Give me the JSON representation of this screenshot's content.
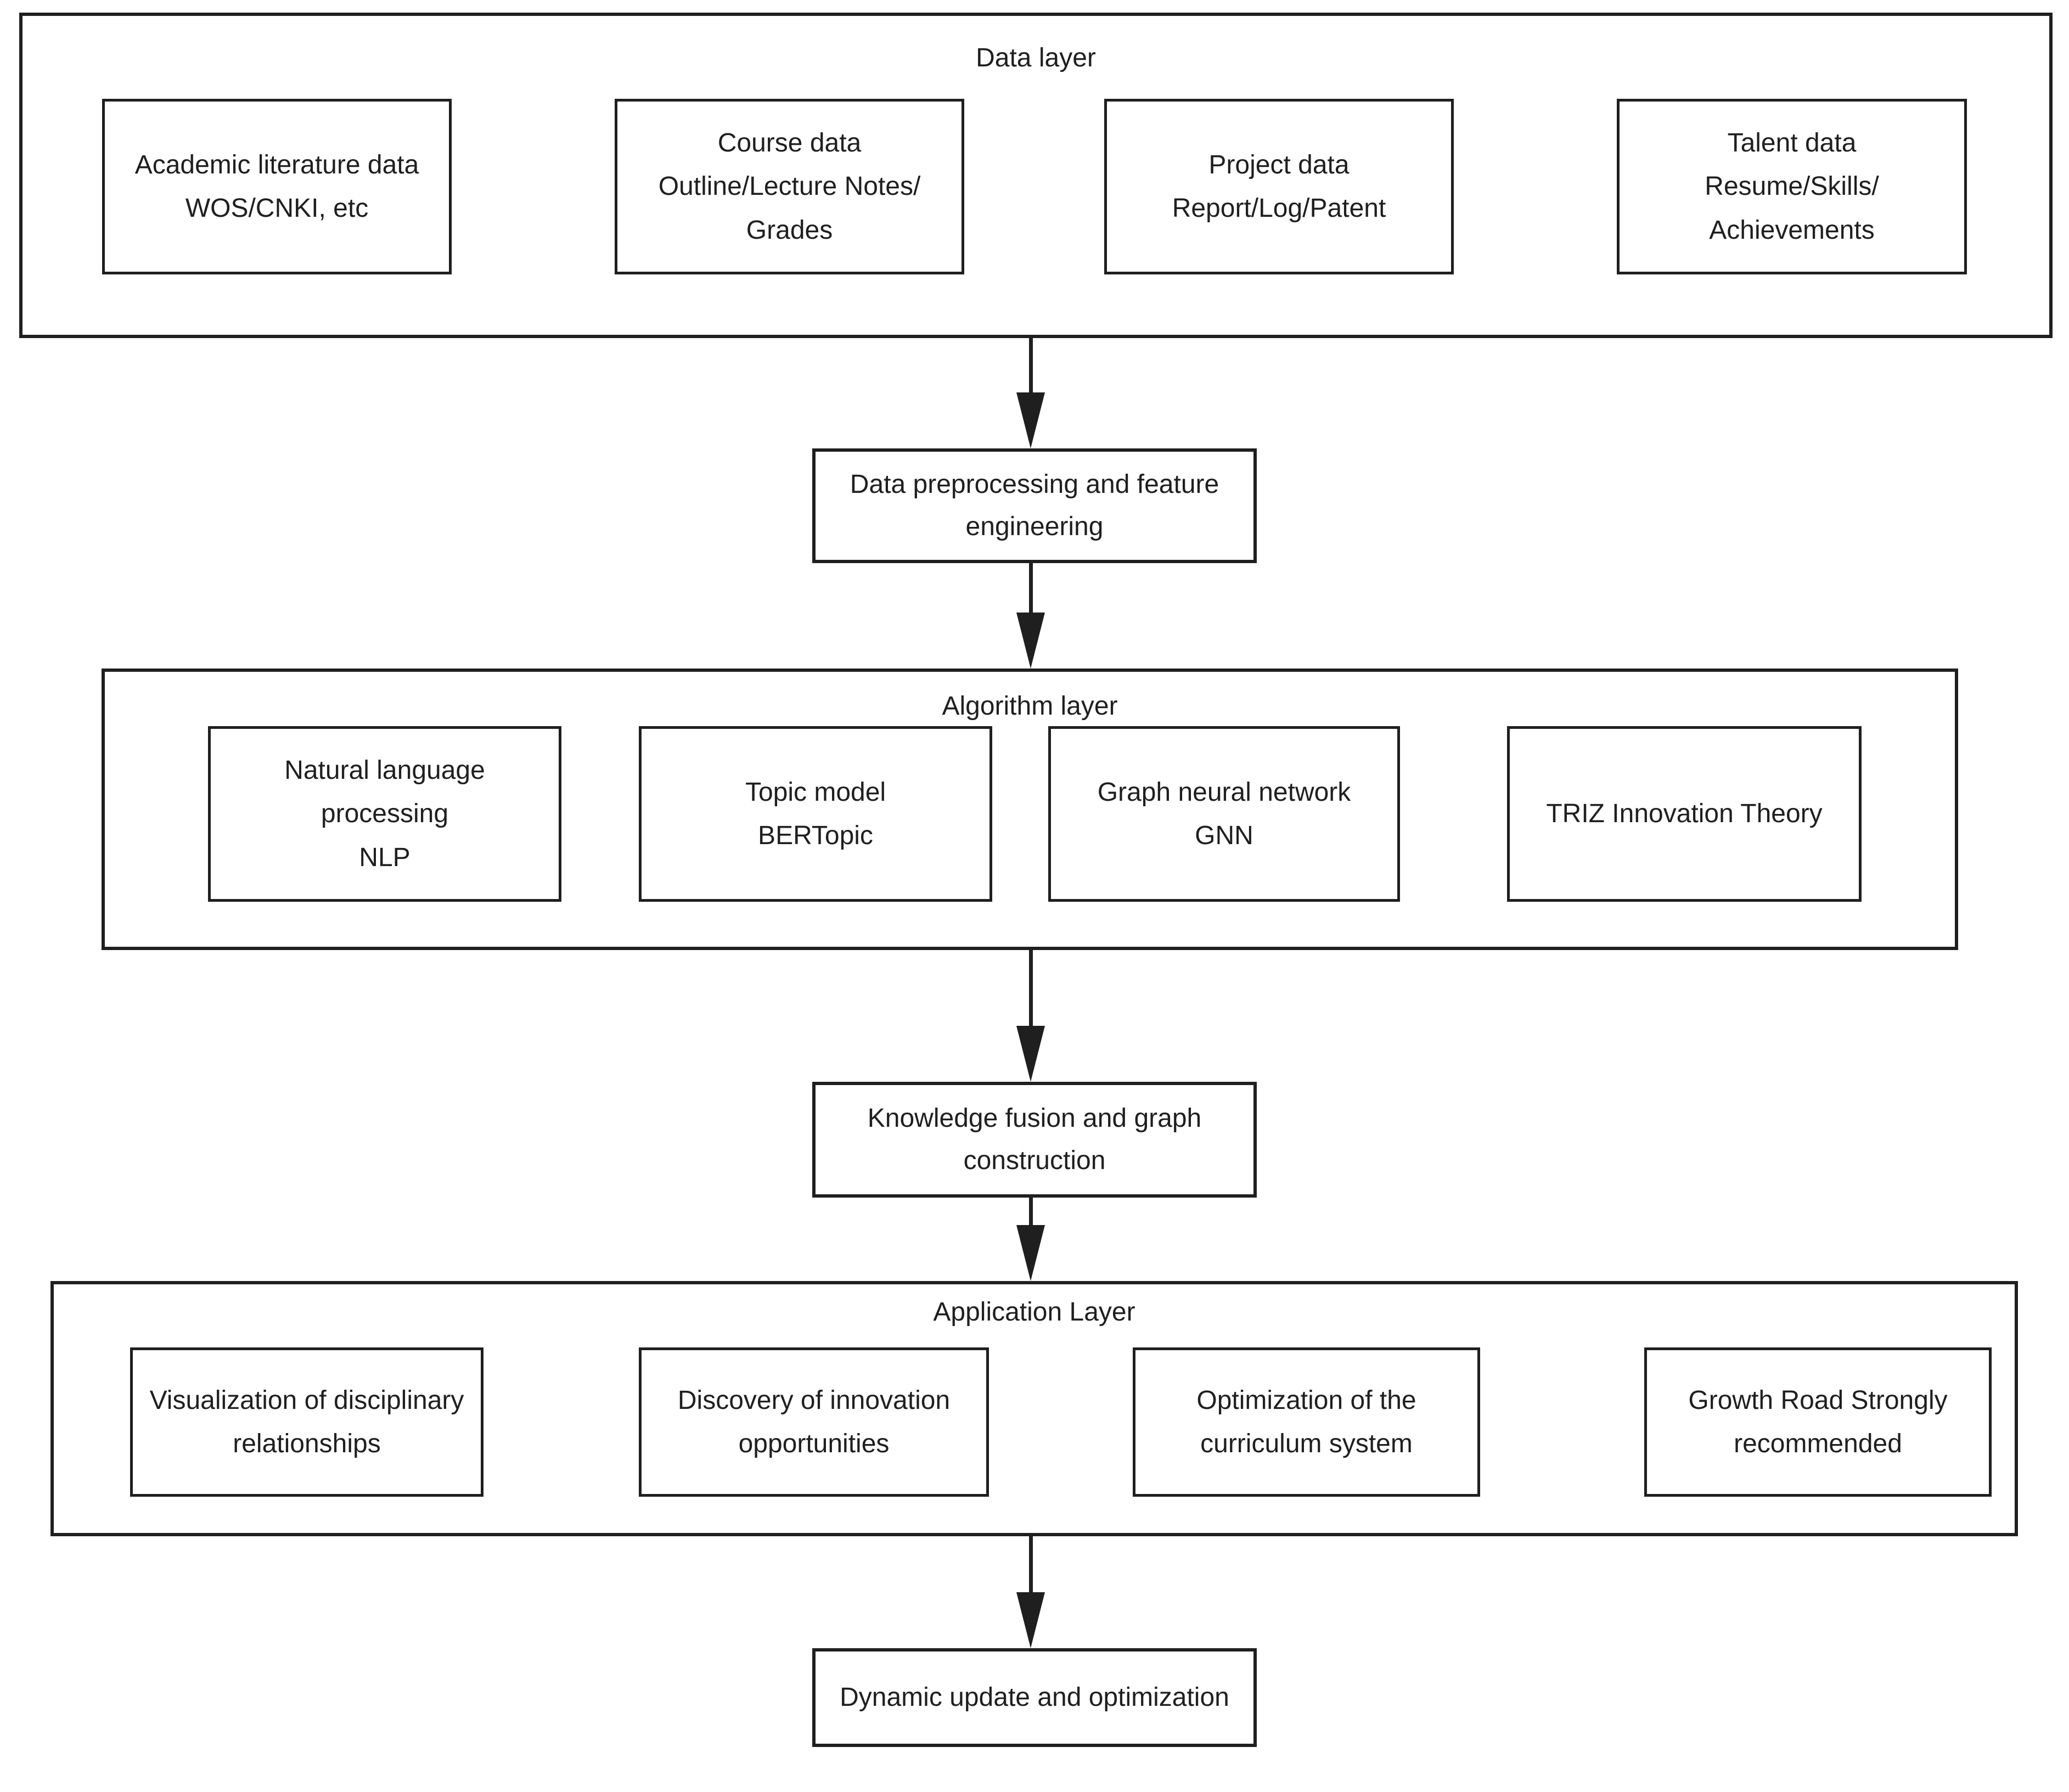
{
  "data_layer": {
    "title": "Data layer",
    "boxes": [
      "Academic literature data\nWOS/CNKI, etc",
      "Course data\nOutline/Lecture Notes/\nGrades",
      "Project data\nReport/Log/Patent",
      "Talent data\nResume/Skills/\nAchievements"
    ]
  },
  "flow": {
    "preprocessing": "Data preprocessing and feature\nengineering",
    "fusion": "Knowledge fusion and graph\nconstruction",
    "dynamic_update": "Dynamic update and optimization"
  },
  "algorithm_layer": {
    "title": "Algorithm layer",
    "boxes": [
      "Natural language\nprocessing\nNLP",
      "Topic model\nBERTopic",
      "Graph neural network\nGNN",
      "TRIZ Innovation Theory"
    ]
  },
  "application_layer": {
    "title": "Application Layer",
    "boxes": [
      "Visualization of disciplinary\nrelationships",
      "Discovery of innovation\nopportunities",
      "Optimization of the\ncurriculum system",
      "Growth Road Strongly\nrecommended"
    ]
  },
  "colors": {
    "line": "#1f1f1f",
    "background": "#ffffff"
  }
}
